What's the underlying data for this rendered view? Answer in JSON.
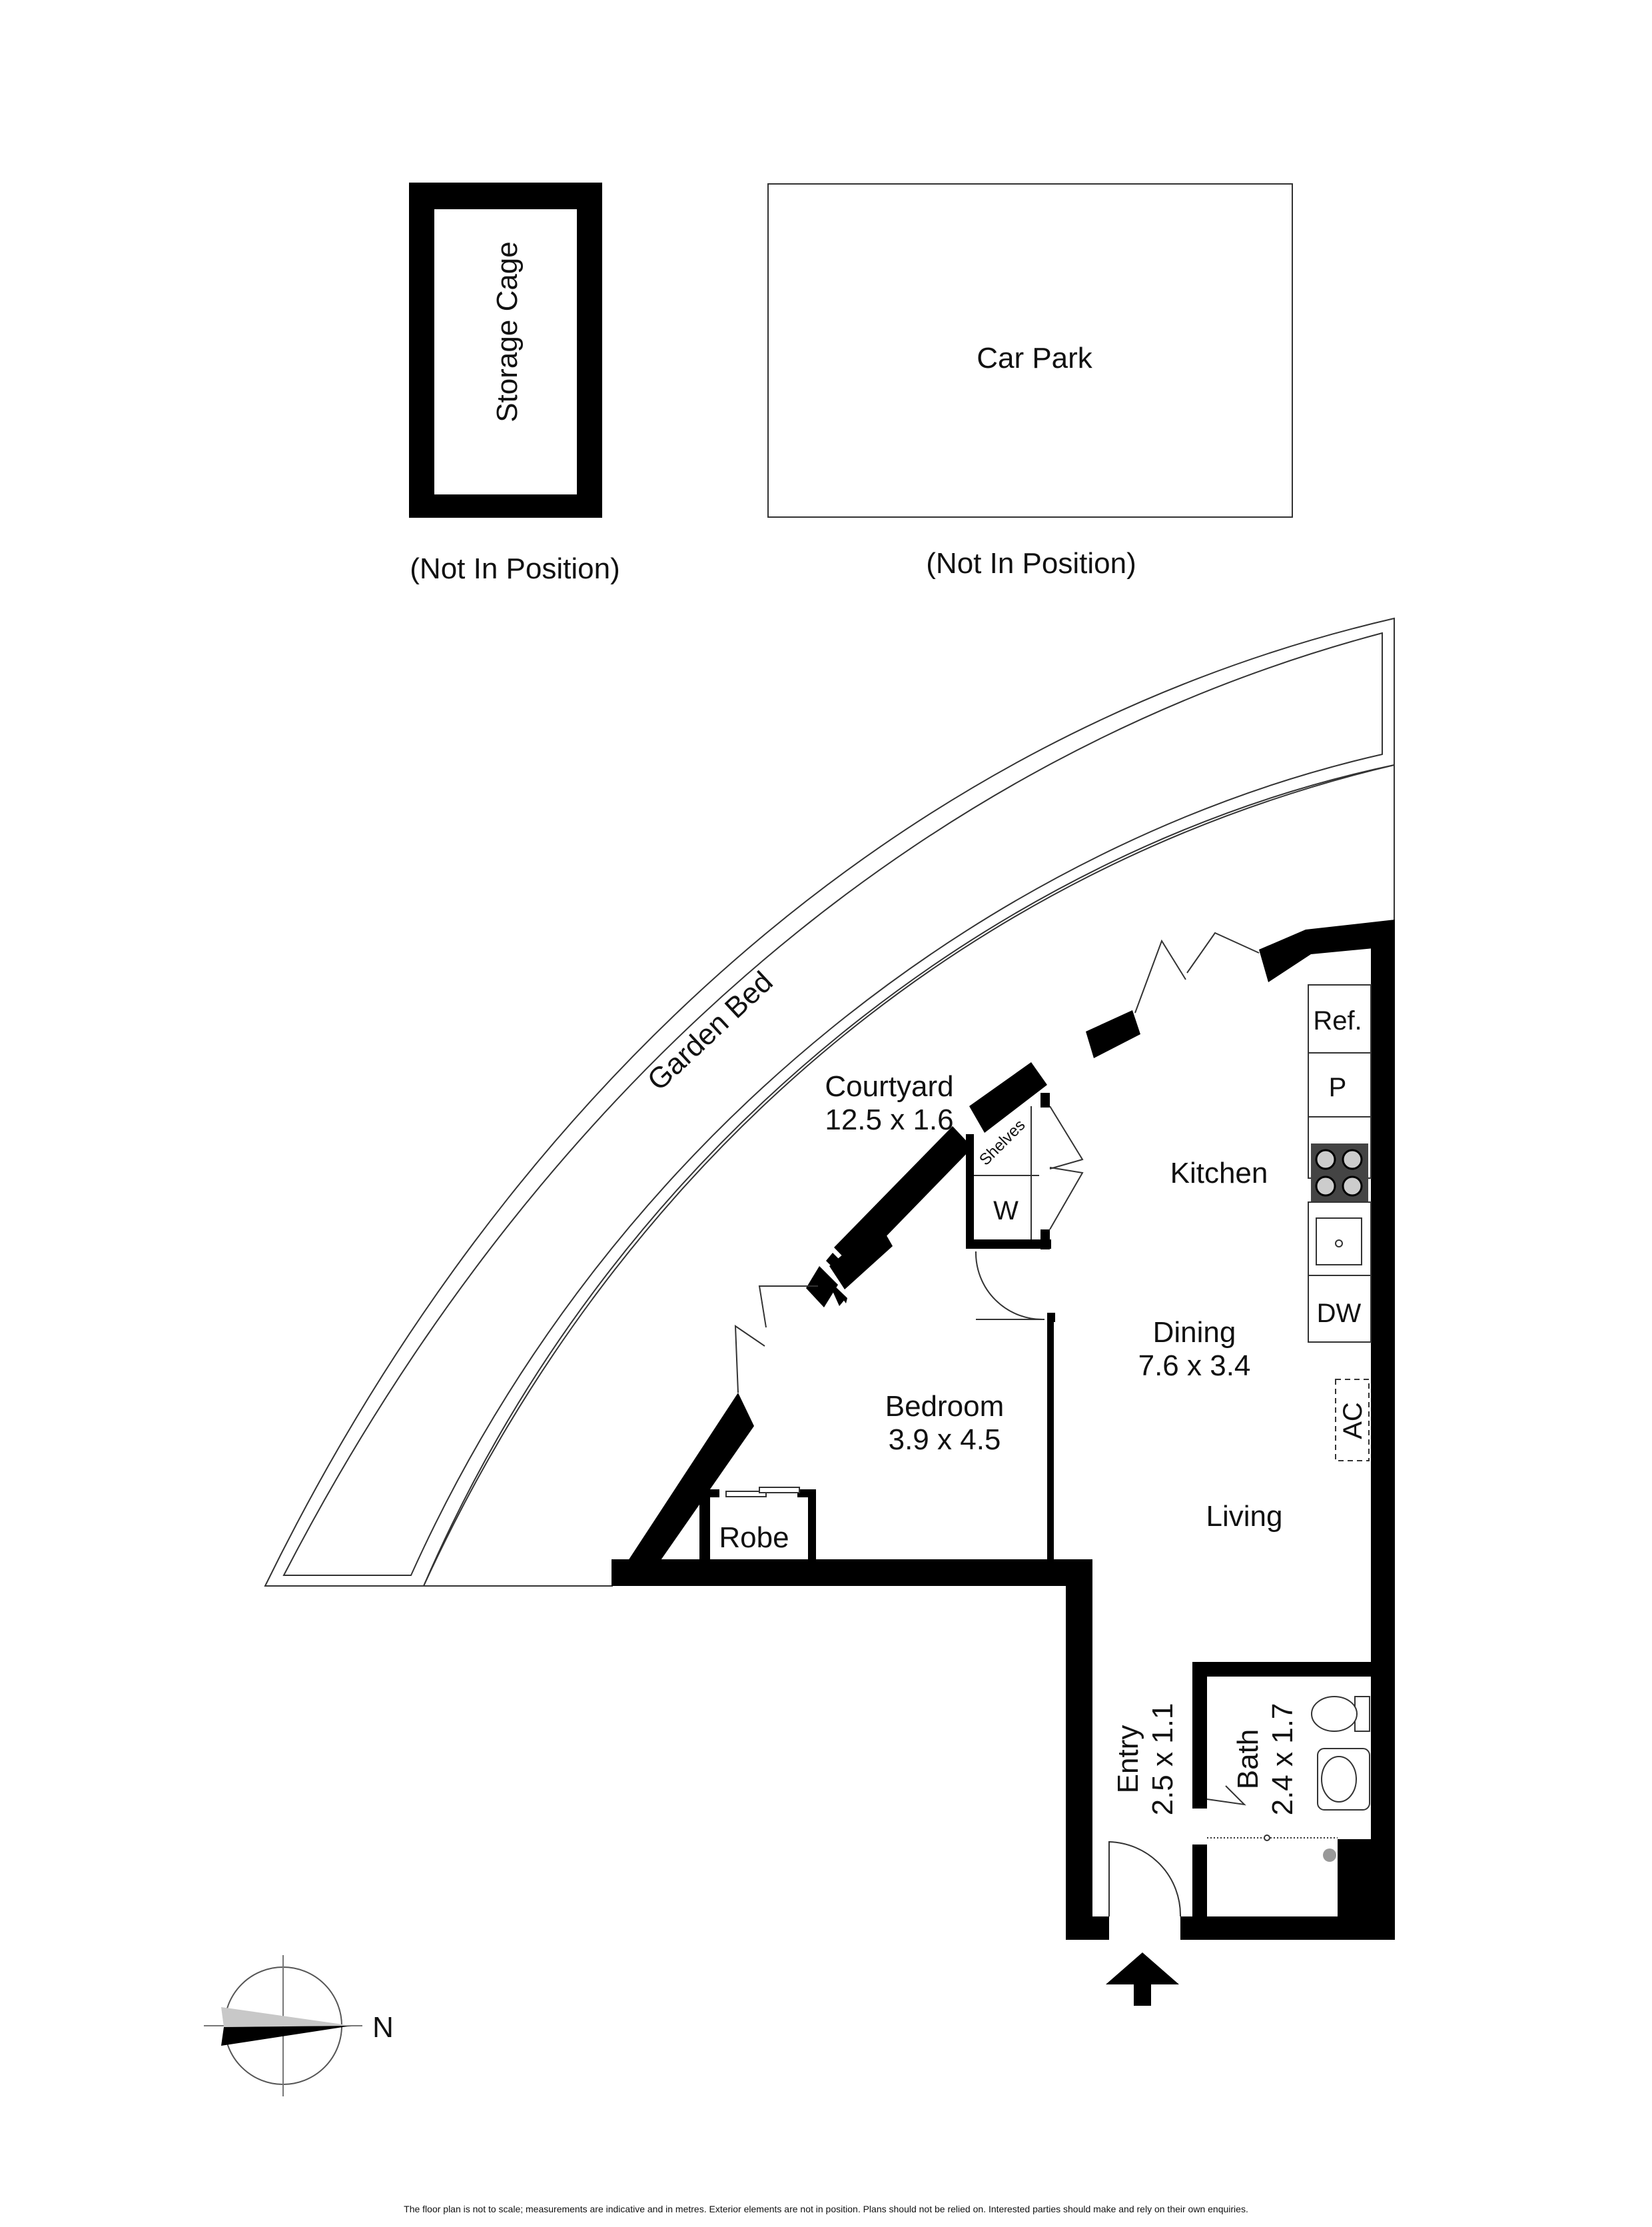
{
  "storage": {
    "label": "Storage Cage",
    "note": "(Not In Position)"
  },
  "carpark": {
    "label": "Car Park",
    "note": "(Not In Position)"
  },
  "rooms": {
    "garden": "Garden Bed",
    "courtyard_name": "Courtyard",
    "courtyard_dims": "12.5 x 1.6",
    "kitchen": "Kitchen",
    "dining_name": "Dining",
    "dining_dims": "7.6 x 3.4",
    "living": "Living",
    "bedroom_name": "Bedroom",
    "bedroom_dims": "3.9 x 4.5",
    "robe": "Robe",
    "shelves": "Shelves",
    "w": "W",
    "entry_name": "Entry",
    "entry_dims": "2.5 x 1.1",
    "bath_name": "Bath",
    "bath_dims": "2.4 x 1.7"
  },
  "fixtures": {
    "ref": "Ref.",
    "pantry": "P",
    "dw": "DW",
    "ac": "AC"
  },
  "compass": {
    "label": "N"
  },
  "footer": "The floor plan is not to scale; measurements are indicative and in metres. Exterior elements are not in position. Plans should not be relied on. Interested parties should make and rely on their own enquiries."
}
